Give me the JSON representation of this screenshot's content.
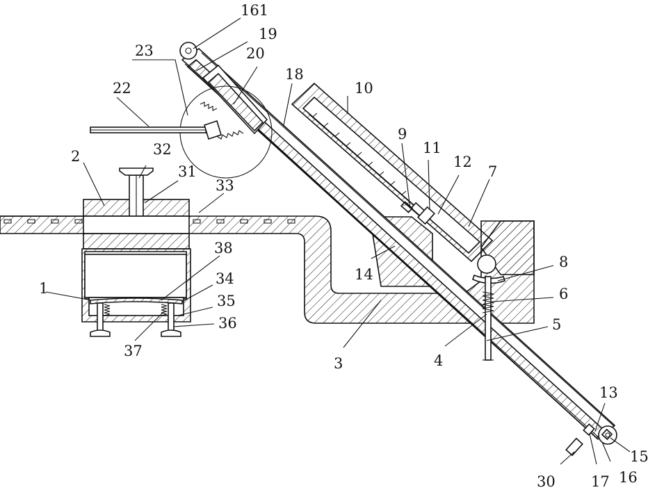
{
  "labels": {
    "l161": "161",
    "l19": "19",
    "l23": "23",
    "l20": "20",
    "l18": "18",
    "l10": "10",
    "l22": "22",
    "l32": "32",
    "l9": "9",
    "l11": "11",
    "l12": "12",
    "l2": "2",
    "l31": "31",
    "l7": "7",
    "l33": "33",
    "l38": "38",
    "l14": "14",
    "l8": "8",
    "l1": "1",
    "l34": "34",
    "l35": "35",
    "l6": "6",
    "l36": "36",
    "l5": "5",
    "l37": "37",
    "l3": "3",
    "l4": "4",
    "l13": "13",
    "l15": "15",
    "l30": "30",
    "l17": "17",
    "l16": "16"
  },
  "colors": {
    "line": "#111111",
    "background": "#ffffff"
  }
}
